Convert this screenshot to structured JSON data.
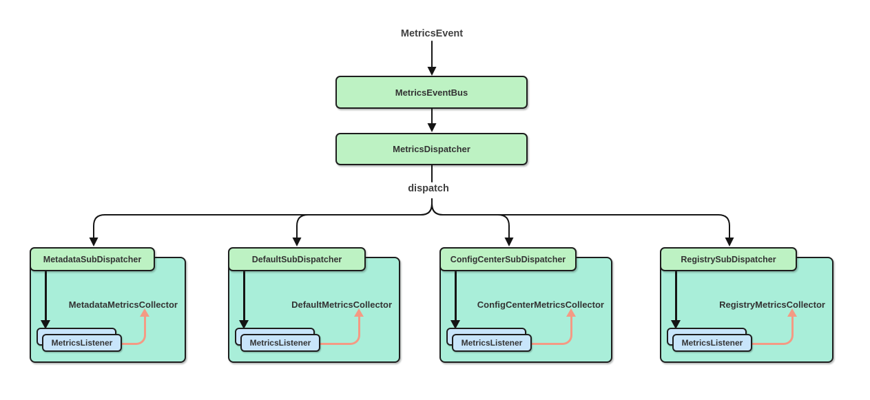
{
  "diagram": {
    "labels": {
      "metrics_event": "MetricsEvent",
      "dispatch": "dispatch"
    },
    "nodes": {
      "event_bus": "MetricsEventBus",
      "dispatcher": "MetricsDispatcher"
    },
    "groups": [
      {
        "dispatcher": "MetadataSubDispatcher",
        "collector": "MetadataMetricsCollector",
        "listener": "MetricsListener"
      },
      {
        "dispatcher": "DefaultSubDispatcher",
        "collector": "DefaultMetricsCollector",
        "listener": "MetricsListener"
      },
      {
        "dispatcher": "ConfigCenterSubDispatcher",
        "collector": "ConfigCenterMetricsCollector",
        "listener": "MetricsListener"
      },
      {
        "dispatcher": "RegistrySubDispatcher",
        "collector": "RegistryMetricsCollector",
        "listener": "MetricsListener"
      }
    ],
    "colors": {
      "node_green": "#bdf2c3",
      "group_teal": "#a9eed9",
      "listener_blue": "#c8e5fb",
      "salmon_arrow": "#f49a84",
      "border_dark": "#1d1d1d",
      "text": "#3a3a3a",
      "background": "#ffffff"
    }
  }
}
